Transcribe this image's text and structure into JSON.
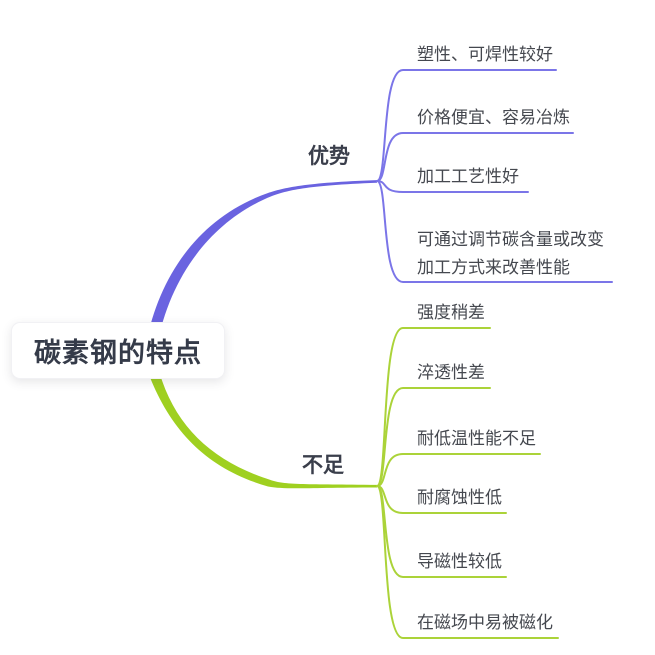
{
  "root": {
    "label": "碳素钢的特点"
  },
  "branches": [
    {
      "label": "优势",
      "color": "#6a63e0",
      "line_color": "#7b75e8",
      "children": [
        {
          "text": "塑性、可焊性较好"
        },
        {
          "text": "价格便宜、容易冶炼"
        },
        {
          "text": "加工工艺性好"
        },
        {
          "text": "可通过调节碳含量或改变\n加工方式来改善性能"
        }
      ]
    },
    {
      "label": "不足",
      "color": "#9fd020",
      "line_color": "#abd339",
      "children": [
        {
          "text": "强度稍差"
        },
        {
          "text": "淬透性差"
        },
        {
          "text": "耐低温性能不足"
        },
        {
          "text": "耐腐蚀性低"
        },
        {
          "text": "导磁性较低"
        },
        {
          "text": "在磁场中易被磁化"
        }
      ]
    }
  ]
}
